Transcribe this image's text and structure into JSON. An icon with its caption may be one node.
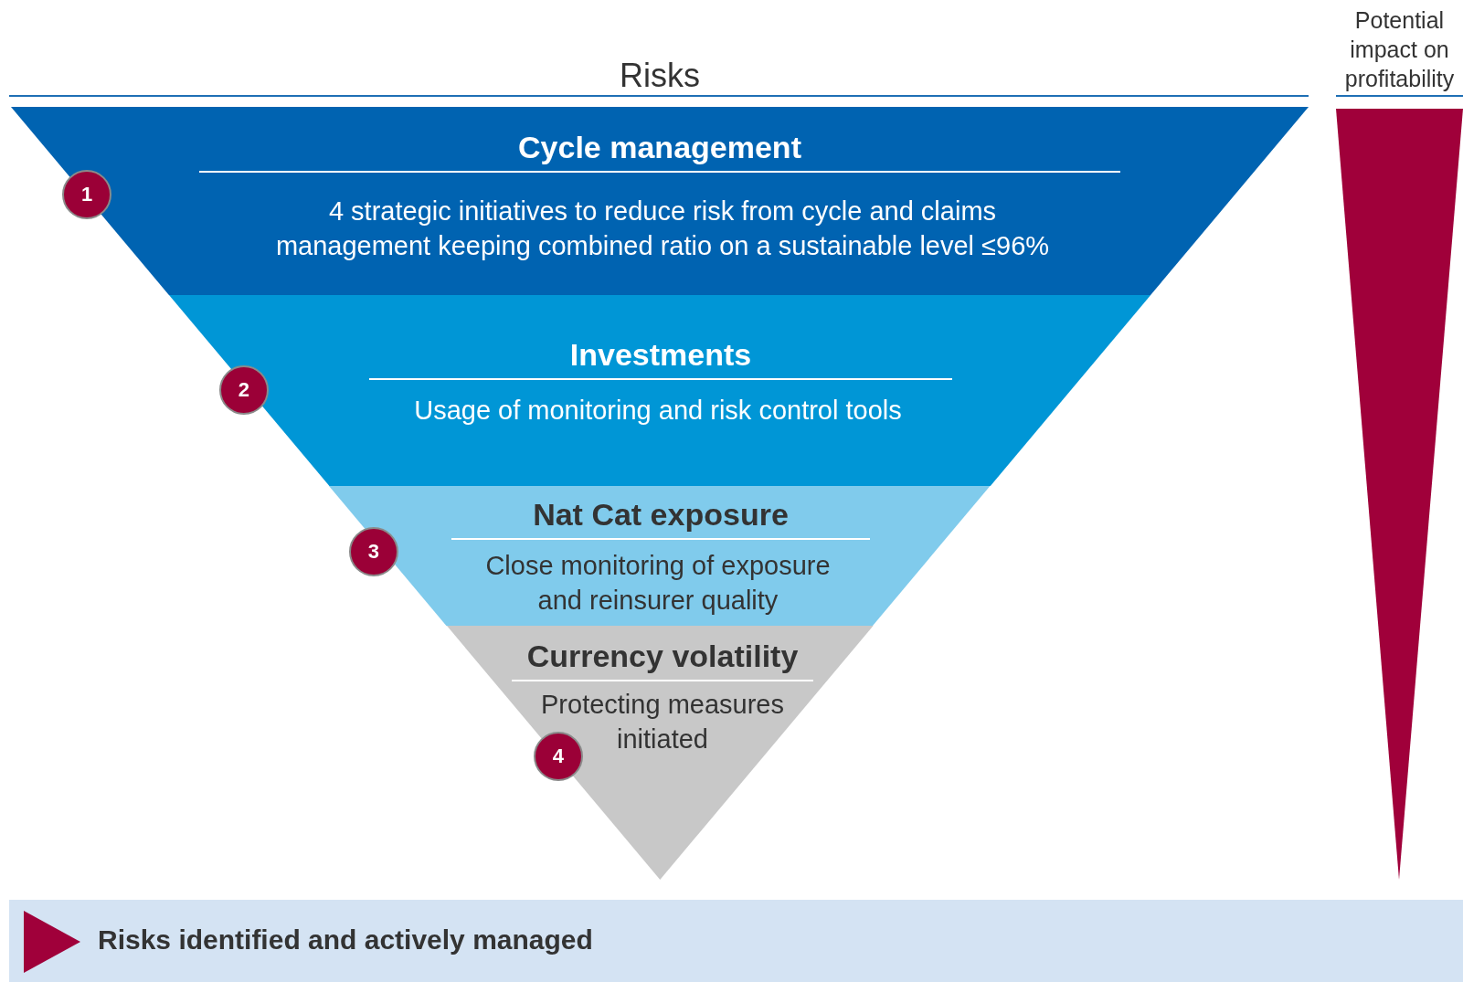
{
  "diagram": {
    "title": "Risks",
    "nodes": [
      {
        "text": [
          "Cycle management",
          "4 strategic initiatives to reduce risk from cycle and claims management keeping combined ratio on a sustainable level ≤96%"
        ]
      },
      {
        "text": [
          "Investments",
          "Usage of monitoring and risk control tools"
        ]
      },
      {
        "text": [
          "Nat Cat exposure",
          "Close monitoring of exposure and reinsurer quality"
        ]
      },
      {
        "text": [
          "Currency volatility",
          "Protecting measures initiated"
        ]
      },
      {
        "text": [
          "1"
        ],
        "in": 0
      },
      {
        "text": [
          "2"
        ],
        "in": 1
      },
      {
        "text": [
          "3"
        ],
        "in": 2
      },
      {
        "text": [
          "4"
        ],
        "in": 3
      },
      {
        "text": [
          "Risks identified and actively managed"
        ]
      },
      {
        "text": [],
        "shape": "triangle",
        "beside": [
          "Potential impact on profitability"
        ]
      }
    ]
  }
}
